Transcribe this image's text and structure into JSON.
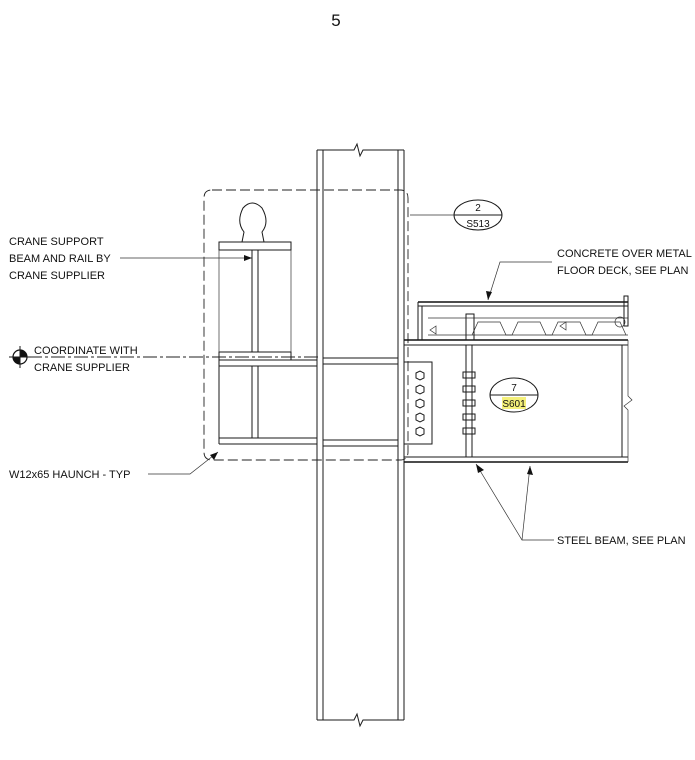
{
  "detail_number": "5",
  "notes": {
    "crane": [
      "CRANE SUPPORT",
      "BEAM AND RAIL BY",
      "CRANE SUPPLIER"
    ],
    "coordinate": [
      "COORDINATE WITH",
      "CRANE SUPPLIER"
    ],
    "haunch": "W12x65 HAUNCH - TYP",
    "concrete": [
      "CONCRETE OVER METAL",
      "FLOOR DECK, SEE PLAN"
    ],
    "steel_beam": "STEEL BEAM, SEE PLAN"
  },
  "callouts": {
    "top": {
      "number": "2",
      "sheet": "S513"
    },
    "mid": {
      "number": "7",
      "sheet": "S601"
    }
  },
  "colors": {
    "highlight": "#f4f07a",
    "ink": "#1a1a1a"
  }
}
